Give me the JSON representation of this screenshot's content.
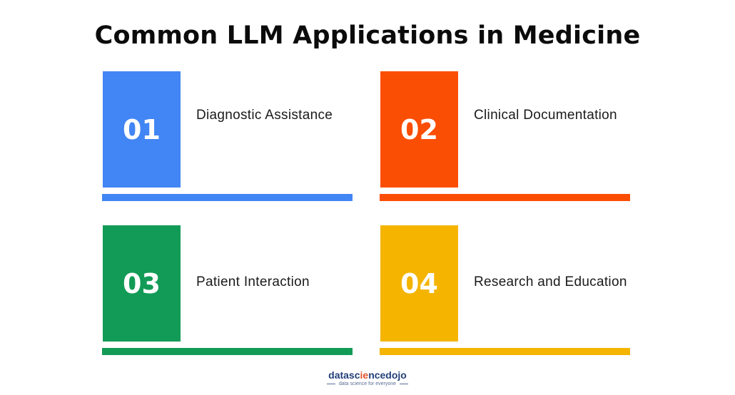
{
  "title": "Common LLM Applications in Medicine",
  "items": [
    {
      "number": "01",
      "label": "Diagnostic Assistance",
      "color": "#4285f4"
    },
    {
      "number": "02",
      "label": "Clinical Documentation",
      "color": "#fb4e05"
    },
    {
      "number": "03",
      "label": "Patient Interaction",
      "color": "#129b57"
    },
    {
      "number": "04",
      "label": "Research and Education",
      "color": "#f4b400"
    }
  ],
  "footer": {
    "brand_part1": "datasc",
    "brand_part2": "ie",
    "brand_part3": "ncedojo",
    "tagline": "data science for everyone"
  }
}
